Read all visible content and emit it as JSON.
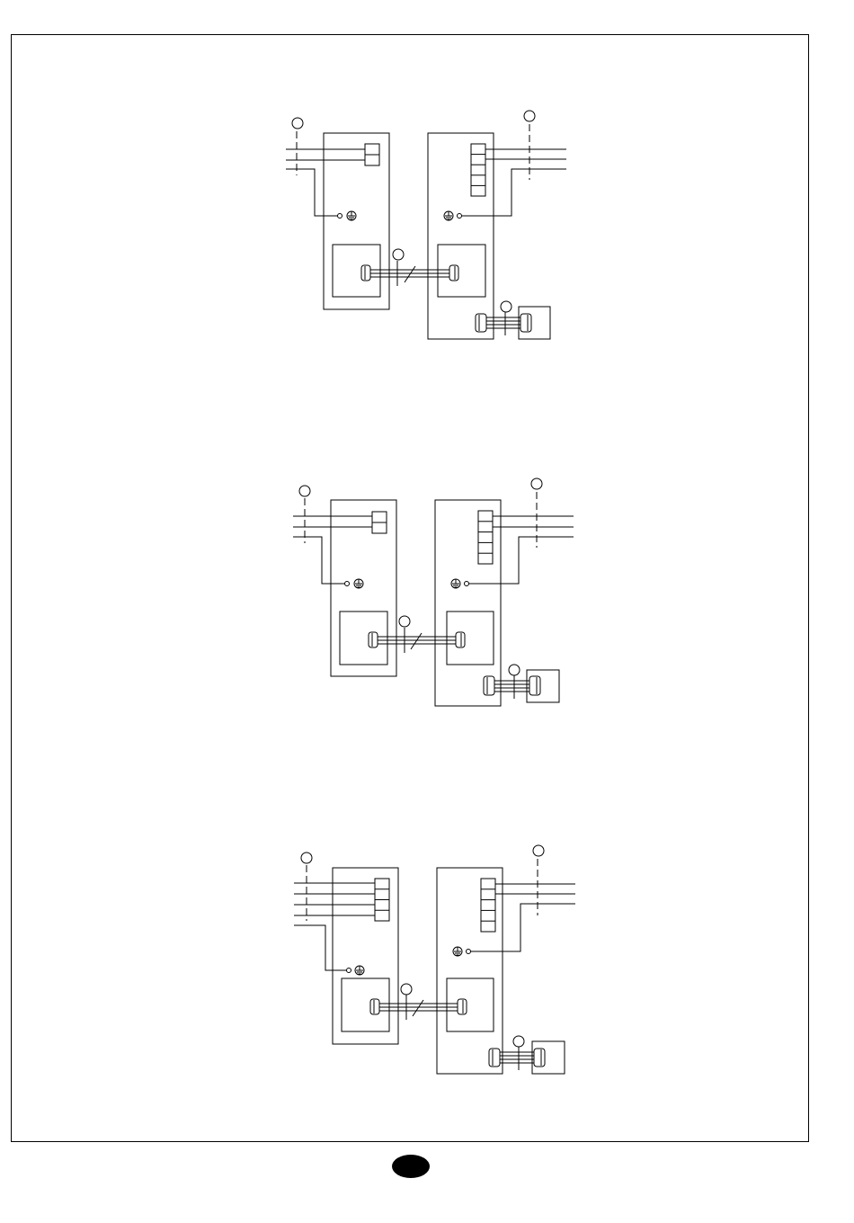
{
  "page": {
    "page_number": ""
  },
  "diagrams": [
    {
      "variant": "single-phase supply, 2-terminal indoor block"
    },
    {
      "variant": "single-phase supply, 2-terminal indoor block"
    },
    {
      "variant": "three-phase supply, 4-terminal indoor block"
    }
  ]
}
